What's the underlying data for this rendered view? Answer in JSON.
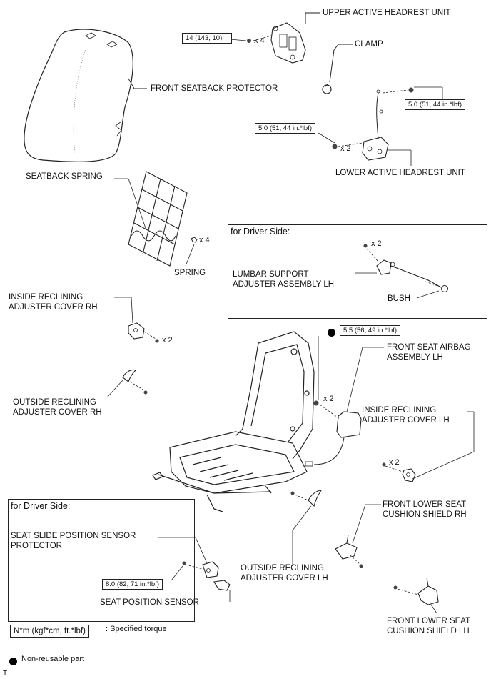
{
  "labels": {
    "upper_active_headrest_unit": "UPPER ACTIVE HEADREST UNIT",
    "clamp": "CLAMP",
    "front_seatback_protector": "FRONT SEATBACK PROTECTOR",
    "lower_active_headrest_unit": "LOWER ACTIVE HEADREST UNIT",
    "seatback_spring": "SEATBACK SPRING",
    "spring": "SPRING",
    "lumbar_support_line1": "LUMBAR SUPPORT",
    "lumbar_support_line2": "ADJUSTER ASSEMBLY LH",
    "bush": "BUSH",
    "inside_recl_rh_line1": "INSIDE RECLINING",
    "inside_recl_rh_line2": "ADJUSTER COVER RH",
    "outside_recl_rh_line1": "OUTSIDE RECLINING",
    "outside_recl_rh_line2": "ADJUSTER COVER RH",
    "front_seat_airbag_line1": "FRONT SEAT AIRBAG",
    "front_seat_airbag_line2": "ASSEMBLY LH",
    "inside_recl_lh_line1": "INSIDE RECLINING",
    "inside_recl_lh_line2": "ADJUSTER COVER LH",
    "front_lower_rh_line1": "FRONT LOWER SEAT",
    "front_lower_rh_line2": "CUSHION SHIELD RH",
    "outside_recl_lh_line1": "OUTSIDE RECLINING",
    "outside_recl_lh_line2": "ADJUSTER COVER LH",
    "seat_slide_line1": "SEAT SLIDE POSITION SENSOR",
    "seat_slide_line2": "PROTECTOR",
    "seat_position_sensor": "SEAT POSITION SENSOR",
    "front_lower_lh_line1": "FRONT LOWER SEAT",
    "front_lower_lh_line2": "CUSHION SHIELD LH"
  },
  "boxes": {
    "driver_side_upper_title": "for Driver Side:",
    "driver_side_lower_title": "for Driver Side:"
  },
  "torques": {
    "upper_headrest": "14 (143, 10)",
    "lower_headrest_right": "5.0 (51, 44 in.*lbf)",
    "lower_headrest_left": "5.0 (51, 44 in.*lbf)",
    "airbag": "5.5 (56, 49 in.*lbf)",
    "sensor": "8.0 (82, 71 in.*lbf)"
  },
  "quantities": {
    "upper_headrest": "x 4",
    "lower_headrest": "x 2",
    "spring": "x 4",
    "lumbar": "x 2",
    "inside_recl_rh": "x 2",
    "airbag": "x 2",
    "inside_recl_lh": "x 2"
  },
  "legend": {
    "torque_unit": "N*m (kgf*cm, ft.*lbf)",
    "torque_desc": ": Specified torque",
    "nonreusable": "Non-reusable part",
    "corner_mark": "T"
  }
}
